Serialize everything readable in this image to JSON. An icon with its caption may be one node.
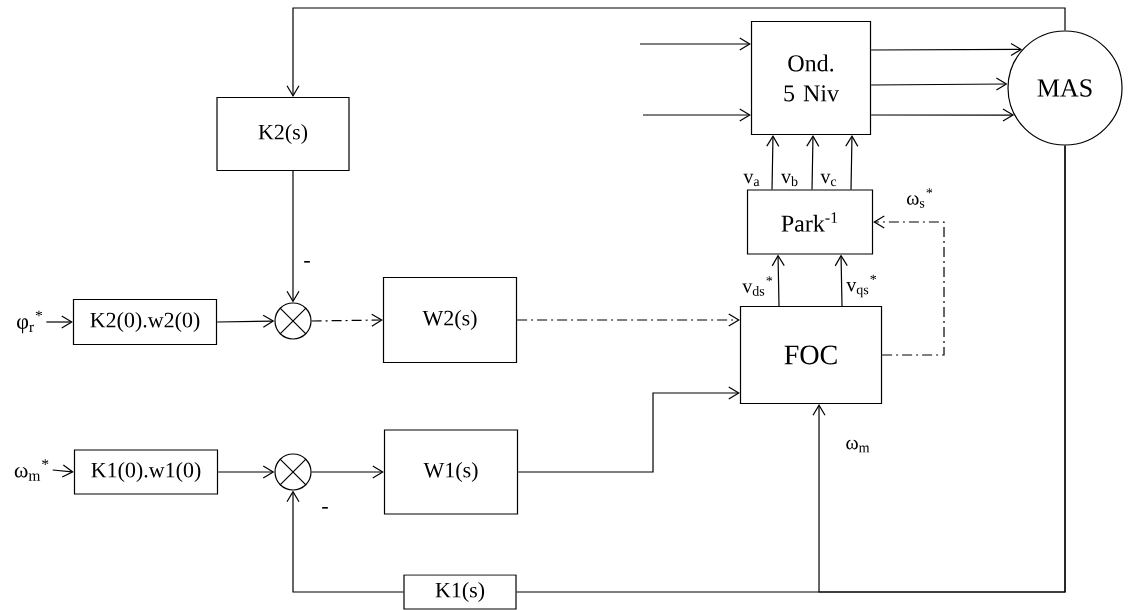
{
  "diagram": {
    "nodes": [
      {
        "text": [
          "K2(s)"
        ]
      },
      {
        "text": [
          "Ond. 5 Niv"
        ]
      },
      {
        "text": [
          "MAS"
        ]
      },
      {
        "text": [
          "Park$^{-1}$"
        ]
      },
      {
        "text": [
          "φ$_{r}$$^{*}$"
        ]
      },
      {
        "text": [
          "K2(0).w2(0)"
        ]
      },
      {
        "text": [],
        "shape": "circle"
      },
      {
        "text": [
          "W2(s)"
        ]
      },
      {
        "text": [
          "FOC"
        ]
      },
      {
        "text": [
          "ω$_{m}$$^{*}$"
        ]
      },
      {
        "text": [
          "K1(0).w1(0)"
        ]
      },
      {
        "text": [],
        "shape": "circle"
      },
      {
        "text": [
          "W1(s)"
        ]
      },
      {
        "text": [
          "K1(s)"
        ]
      }
    ],
    "edges": [
      {
        "from": 2,
        "to": 0,
        "arrow": "to"
      },
      {
        "from": 0,
        "to": 6,
        "arrow": "to"
      },
      {
        "from": 4,
        "to": 5,
        "arrow": "to"
      },
      {
        "from": 5,
        "to": 6,
        "arrow": "to"
      },
      {
        "from": 6,
        "to": 7,
        "arrow": "to",
        "style": "dashed"
      },
      {
        "from": 7,
        "to": 8,
        "arrow": "to",
        "style": "dashed"
      },
      {
        "from": 9,
        "to": 10,
        "arrow": "to"
      },
      {
        "from": 10,
        "to": 11,
        "arrow": "to"
      },
      {
        "from": 11,
        "to": 12,
        "arrow": "to"
      },
      {
        "from": 12,
        "to": 8,
        "arrow": "to"
      },
      {
        "from": 13,
        "to": 11,
        "arrow": "to"
      },
      {
        "from": 2,
        "to": 13,
        "arrow": "none"
      },
      {
        "from": 2,
        "to": 8,
        "arrow": "to",
        "label": "ω$_{m}$"
      },
      {
        "from": null,
        "to": 1,
        "arrow": "to"
      },
      {
        "from": null,
        "to": 1,
        "arrow": "to"
      },
      {
        "from": 1,
        "to": 2,
        "arrow": "to"
      },
      {
        "from": 1,
        "to": 2,
        "arrow": "to"
      },
      {
        "from": 1,
        "to": 2,
        "arrow": "to"
      },
      {
        "from": 3,
        "to": 1,
        "arrow": "to",
        "label": "v$_{a}$"
      },
      {
        "from": 3,
        "to": 1,
        "arrow": "to",
        "label": "v$_{b}$"
      },
      {
        "from": 3,
        "to": 1,
        "arrow": "to",
        "label": "v$_{c}$"
      },
      {
        "from": 8,
        "to": 3,
        "arrow": "to",
        "label": "v$_{ds}$$^{*}$"
      },
      {
        "from": 8,
        "to": 3,
        "arrow": "to",
        "label": "v$_{qs}$$^{*}$"
      },
      {
        "from": 8,
        "to": 3,
        "arrow": "to",
        "style": "dashed",
        "label": "ω$_{s}$$^{*}$"
      }
    ],
    "labels": [
      "-",
      "-"
    ]
  }
}
